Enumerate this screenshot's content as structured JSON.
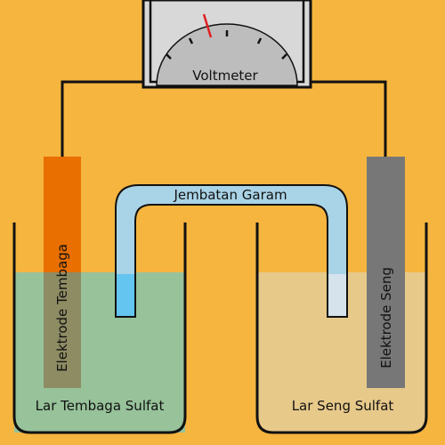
{
  "colors": {
    "background": "#F5B53F",
    "wire": "#111111",
    "meter_body": "#D8D8D8",
    "meter_dial": "#BDBDBD",
    "needle": "#E02020",
    "copper_electrode": "#E86F00",
    "zinc_electrode": "#777777",
    "copper_solution": "#97C29A",
    "zinc_solution": "#E7C98A",
    "salt_bridge": "#A9D3E6",
    "salt_bridge_liquid": "#63C5F0"
  },
  "labels": {
    "voltmeter": "Voltmeter",
    "salt_bridge": "Jembatan Garam",
    "copper_electrode": "Elektrode Tembaga",
    "zinc_electrode": "Elektrode Seng",
    "copper_solution": "Lar Tembaga Sulfat",
    "zinc_solution": "Lar Seng Sulfat"
  }
}
